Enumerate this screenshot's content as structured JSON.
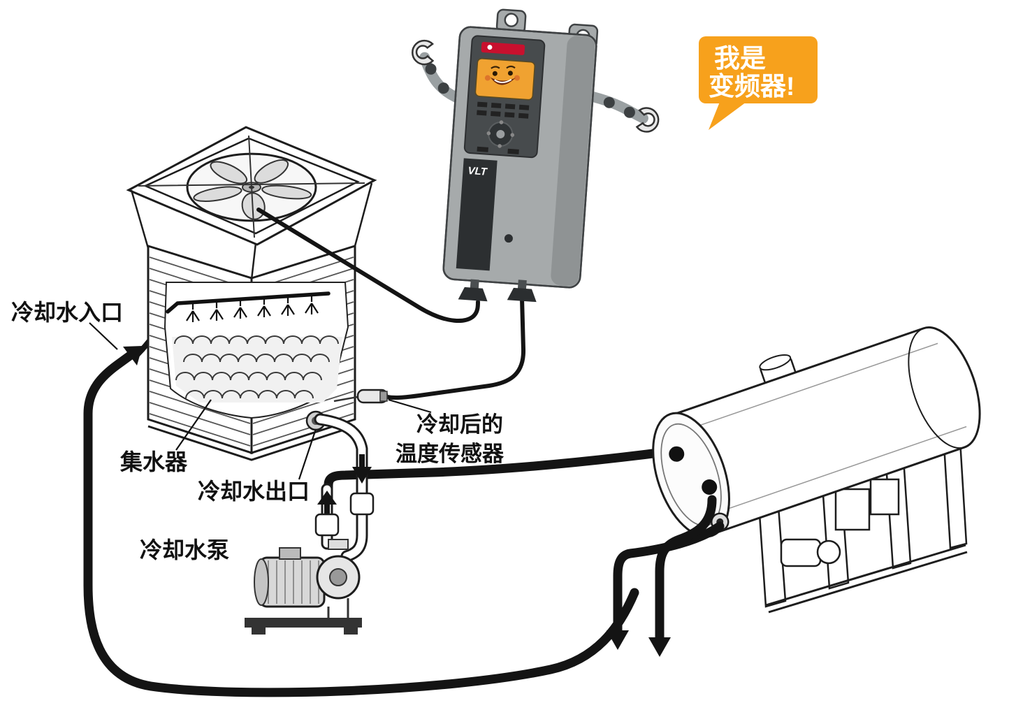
{
  "speech_bubble": {
    "line1": "我是",
    "line2": "变频器!"
  },
  "labels": {
    "inlet": "冷却水入口",
    "collector": "集水器",
    "outlet": "冷却水出口",
    "pump": "冷却水泵",
    "sensor_line1": "冷却后的",
    "sensor_line2": "温度传感器"
  },
  "vfd": {
    "model": "VLT"
  },
  "colors": {
    "bubble_orange": "#F7A11C",
    "display_orange": "#F0A231",
    "logo_red": "#C8102E",
    "pipe_black": "#141414",
    "device_gray": "#A6AAAB",
    "panel_dark": "#474B4D"
  }
}
